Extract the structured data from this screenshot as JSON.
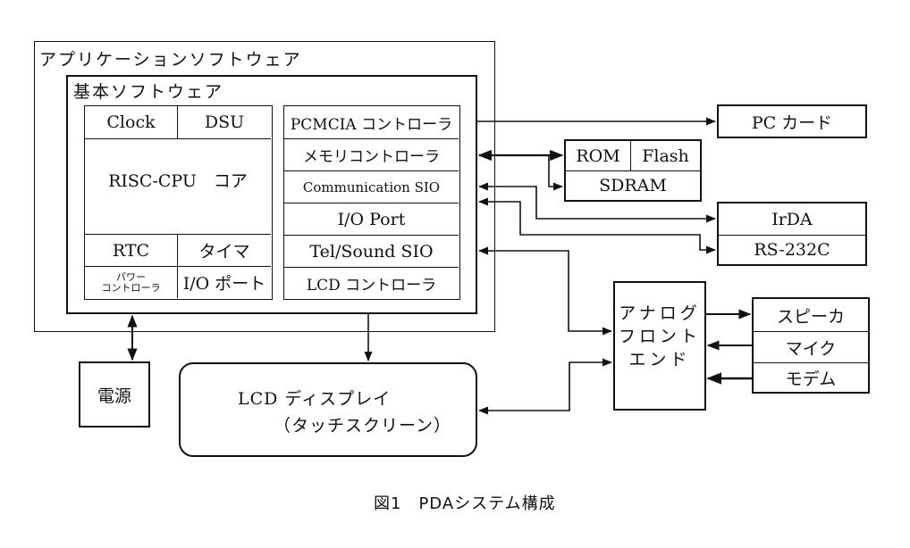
{
  "diagram": {
    "type": "block-diagram",
    "caption": "図1　PDAシステム構成",
    "application_software": {
      "label": "アプリケーションソフトウェア"
    },
    "basic_software": {
      "label": "基本ソフトウェア"
    },
    "cpu_block": {
      "clock": "Clock",
      "dsu": "DSU",
      "core": "RISC-CPU　コア",
      "rtc": "RTC",
      "timer": "タイマ",
      "power_controller_line1": "パワー",
      "power_controller_line2": "コントローラ",
      "io_port": "I/O ポート"
    },
    "peripheral_block": {
      "items": [
        "PCMCIA コントローラ",
        "メモリコントローラ",
        "Communication SIO",
        "I/O Port",
        "Tel/Sound SIO",
        "LCD コントローラ"
      ]
    },
    "external": {
      "pc_card": "PC カード",
      "rom": "ROM",
      "flash": "Flash",
      "sdram": "SDRAM",
      "irda": "IrDA",
      "rs232c": "RS-232C",
      "power_supply": "電源",
      "lcd_display_line1": "LCD ディスプレイ",
      "lcd_display_line2": "（タッチスクリーン）",
      "analog_frontend_line1": "アナログ",
      "analog_frontend_line2": "フロント",
      "analog_frontend_line3": "エンド",
      "speaker": "スピーカ",
      "mic": "マイク",
      "modem": "モデム"
    },
    "connections": [
      {
        "from": "PCMCIA コントローラ",
        "to": "PC カード",
        "direction": "one-way"
      },
      {
        "from": "メモリコントローラ",
        "to": "ROM/Flash",
        "direction": "two-way"
      },
      {
        "from": "メモリコントローラ",
        "to": "SDRAM",
        "direction": "two-way"
      },
      {
        "from": "Communication SIO",
        "to": "IrDA",
        "direction": "two-way"
      },
      {
        "from": "Communication SIO",
        "to": "RS-232C",
        "direction": "two-way"
      },
      {
        "from": "Tel/Sound SIO",
        "to": "アナログフロントエンド",
        "direction": "two-way"
      },
      {
        "from": "LCD ディスプレイ",
        "to": "アナログフロントエンド",
        "direction": "two-way"
      },
      {
        "from": "基本ソフトウェア",
        "to": "電源",
        "direction": "two-way"
      },
      {
        "from": "LCD コントローラ",
        "to": "LCD ディスプレイ",
        "direction": "one-way"
      },
      {
        "from": "アナログフロントエンド",
        "to": "スピーカ",
        "direction": "one-way"
      },
      {
        "from": "マイク",
        "to": "アナログフロントエンド",
        "direction": "one-way"
      },
      {
        "from": "モデム",
        "to": "アナログフロントエンド",
        "direction": "one-way"
      }
    ]
  }
}
